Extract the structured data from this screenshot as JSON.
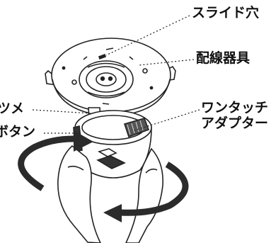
{
  "labels": {
    "slide_hole": "スライド穴",
    "wiring_device": "配線器具",
    "tsume": "ツメ",
    "button": "ボタン",
    "adapter_line1": "ワンタッチ",
    "adapter_line2": "アダプター"
  },
  "colors": {
    "line": "#222222",
    "arrow": "#2b2b2b",
    "text": "#111111",
    "background": "#ffffff"
  },
  "icons": {
    "rotate_arrows": "curved-rotation-arrows"
  }
}
